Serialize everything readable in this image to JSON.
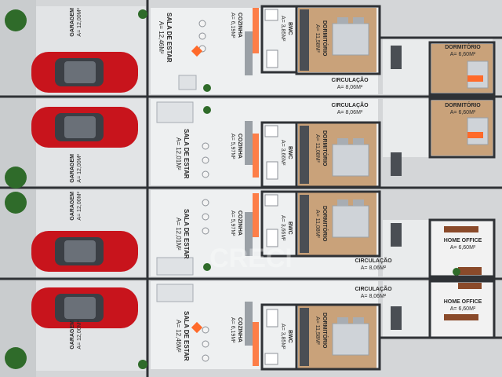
{
  "units": [
    {
      "garagem": {
        "name": "GARAGEM",
        "area": "A= 12,00M²"
      },
      "sala": {
        "name": "SALA DE ESTAR",
        "area": "A= 12,46M²"
      },
      "cozinha": {
        "name": "COZINHA",
        "area": "A= 6,19M²"
      },
      "bwc": {
        "name": "BWC",
        "area": "A= 3,85M²"
      },
      "dormitorio": {
        "name": "DORMITÓRIO",
        "area": "A= 11,58M²"
      },
      "circulacao": {
        "name": "CIRCULAÇÃO",
        "area": "A= 8,06M²"
      },
      "extra": {
        "name": "DORMITÓRIO",
        "area": "A= 6,60M²"
      }
    },
    {
      "garagem": {
        "name": "GARAGEM",
        "area": "A= 12,00M²"
      },
      "sala": {
        "name": "SALA DE ESTAR",
        "area": "A= 12,01M²"
      },
      "cozinha": {
        "name": "COZINHA",
        "area": "A= 5,97M²"
      },
      "bwc": {
        "name": "BWC",
        "area": "A= 3,66M²"
      },
      "dormitorio": {
        "name": "DORMITÓRIO",
        "area": "A= 11,08M²"
      },
      "circulacao": {
        "name": "CIRCULAÇÃO",
        "area": "A= 8,06M²"
      },
      "extra": {
        "name": "DORMITÓRIO",
        "area": "A= 6,60M²"
      }
    },
    {
      "garagem": {
        "name": "GARAGEM",
        "area": "A= 12,00M²"
      },
      "sala": {
        "name": "SALA DE ESTAR",
        "area": "A= 12,01M²"
      },
      "cozinha": {
        "name": "COZINHA",
        "area": "A= 5,97M²"
      },
      "bwc": {
        "name": "BWC",
        "area": "A= 3,66M²"
      },
      "dormitorio": {
        "name": "DORMITÓRIO",
        "area": "A= 11,08M²"
      },
      "circulacao": {
        "name": "CIRCULAÇÃO",
        "area": "A= 8,06M²"
      },
      "extra": {
        "name": "HOME OFFICE",
        "area": "A= 6,60M²"
      }
    },
    {
      "garagem": {
        "name": "GARAGEM",
        "area": "A= 12,00M²"
      },
      "sala": {
        "name": "SALA DE ESTAR",
        "area": "A= 12,46M²"
      },
      "cozinha": {
        "name": "COZINHA",
        "area": "A= 6,19M²"
      },
      "bwc": {
        "name": "BWC",
        "area": "A= 3,85M²"
      },
      "dormitorio": {
        "name": "DORMITÓRIO",
        "area": "A= 11,58M²"
      },
      "circulacao": {
        "name": "CIRCULAÇÃO",
        "area": "A= 8,06M²"
      },
      "extra": {
        "name": "HOME OFFICE",
        "area": "A= 6,60M²"
      }
    }
  ],
  "watermark": "CRECI",
  "colors": {
    "car": "#c8141c",
    "wall": "#2f3236",
    "floor_light": "#eef0f1",
    "floor_wood": "#c9a27a",
    "grass": "#2f6b2a",
    "accent": "#ff6a2a"
  }
}
